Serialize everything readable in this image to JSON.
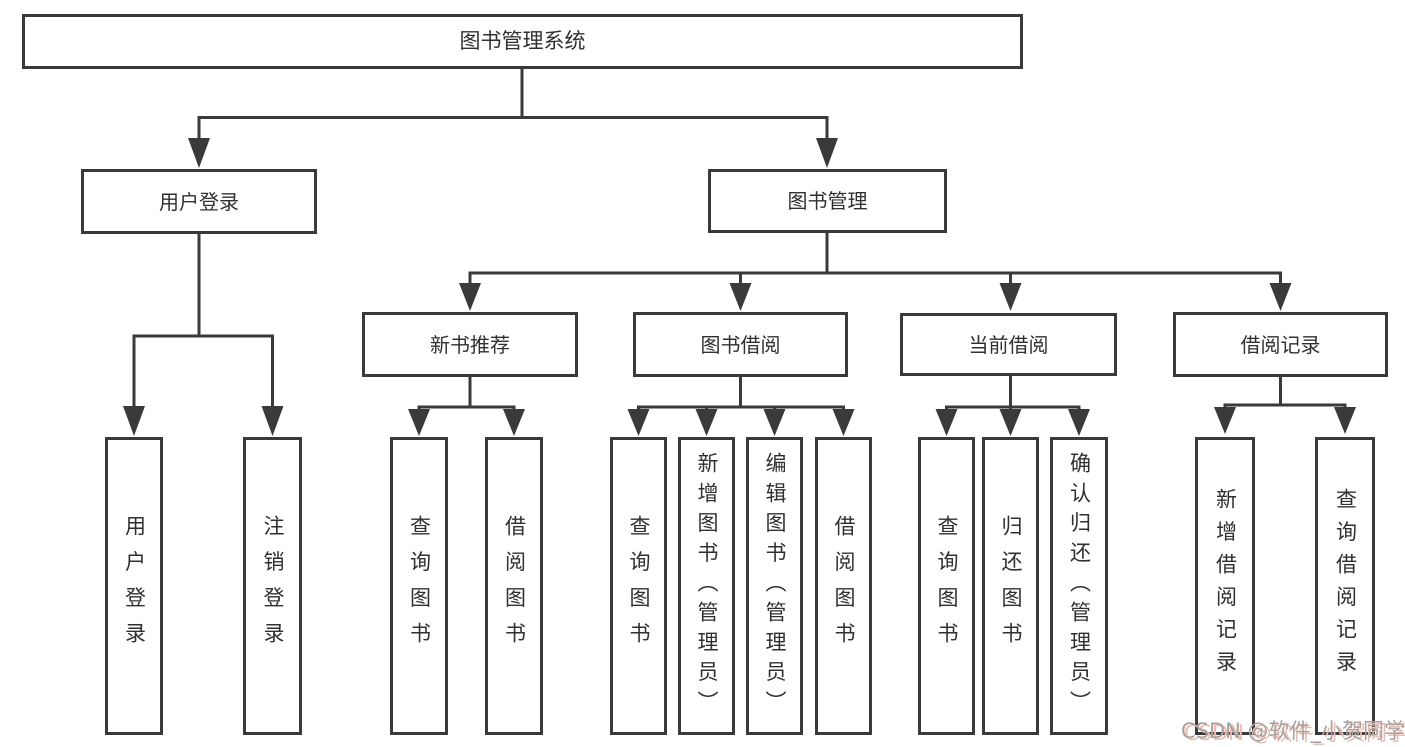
{
  "tree": {
    "label": "图书管理系统",
    "children": [
      {
        "label": "用户登录",
        "children": [
          {
            "label": "用户登录"
          },
          {
            "label": "注销登录"
          }
        ]
      },
      {
        "label": "图书管理",
        "children": [
          {
            "label": "新书推荐",
            "children": [
              {
                "label": "查询图书"
              },
              {
                "label": "借阅图书"
              }
            ]
          },
          {
            "label": "图书借阅",
            "children": [
              {
                "label": "查询图书"
              },
              {
                "label": "新增图书（管理员）"
              },
              {
                "label": "编辑图书（管理员）"
              },
              {
                "label": "借阅图书"
              }
            ]
          },
          {
            "label": "当前借阅",
            "children": [
              {
                "label": "查询图书"
              },
              {
                "label": "归还图书"
              },
              {
                "label": "确认归还（管理员）"
              }
            ]
          },
          {
            "label": "借阅记录",
            "children": [
              {
                "label": "新增借阅记录"
              },
              {
                "label": "查询借阅记录"
              }
            ]
          }
        ]
      }
    ]
  },
  "watermark": {
    "text": "CSDN @软件_小贺同学"
  },
  "colors": {
    "line": "#3a3a3a",
    "text": "#303030",
    "background": "#ffffff",
    "watermark": "#a2a2a2",
    "watermark_shadow": "#f2baac"
  }
}
